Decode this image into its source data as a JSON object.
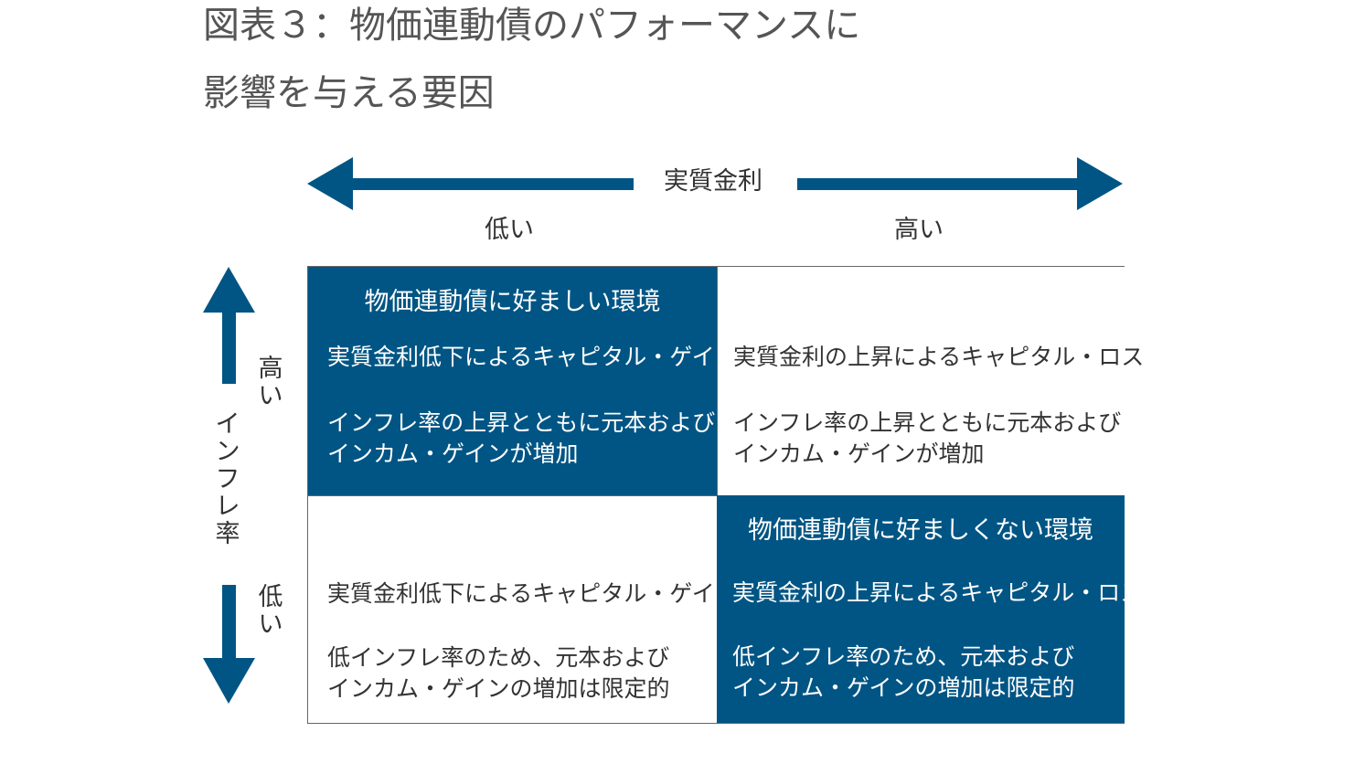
{
  "title": {
    "line1": "図表３：物価連動債のパフォーマンスに",
    "line2": "影響を与える要因"
  },
  "x_axis": {
    "label": "実質金利",
    "low": "低い",
    "high": "高い"
  },
  "y_axis": {
    "label": [
      "イ",
      "ン",
      "フ",
      "レ",
      "率"
    ],
    "high": [
      "高",
      "い"
    ],
    "low": [
      "低",
      "い"
    ]
  },
  "quadrants": {
    "top_left": {
      "heading": "物価連動債に好ましい環境",
      "line1": "実質金利低下によるキャピタル・ゲイン",
      "line2": [
        "インフレ率の上昇とともに元本および",
        "インカム・ゲインが増加"
      ]
    },
    "top_right": {
      "line1": "実質金利の上昇によるキャピタル・ロス",
      "line2": [
        "インフレ率の上昇とともに元本および",
        "インカム・ゲインが増加"
      ]
    },
    "bottom_left": {
      "line1": "実質金利低下によるキャピタル・ゲイン",
      "line2": [
        "低インフレ率のため、元本および",
        "インカム・ゲインの増加は限定的"
      ]
    },
    "bottom_right": {
      "heading": "物価連動債に好ましくない環境",
      "line1": "実質金利の上昇によるキャピタル・ロス",
      "line2": [
        "低インフレ率のため、元本および",
        "インカム・ゲインの増加は限定的"
      ]
    }
  },
  "colors": {
    "accent": "#005584",
    "text": "#333333",
    "title": "#555555"
  },
  "icons": {
    "left": "arrow-left-icon",
    "right": "arrow-right-icon",
    "up": "arrow-up-icon",
    "down": "arrow-down-icon"
  }
}
